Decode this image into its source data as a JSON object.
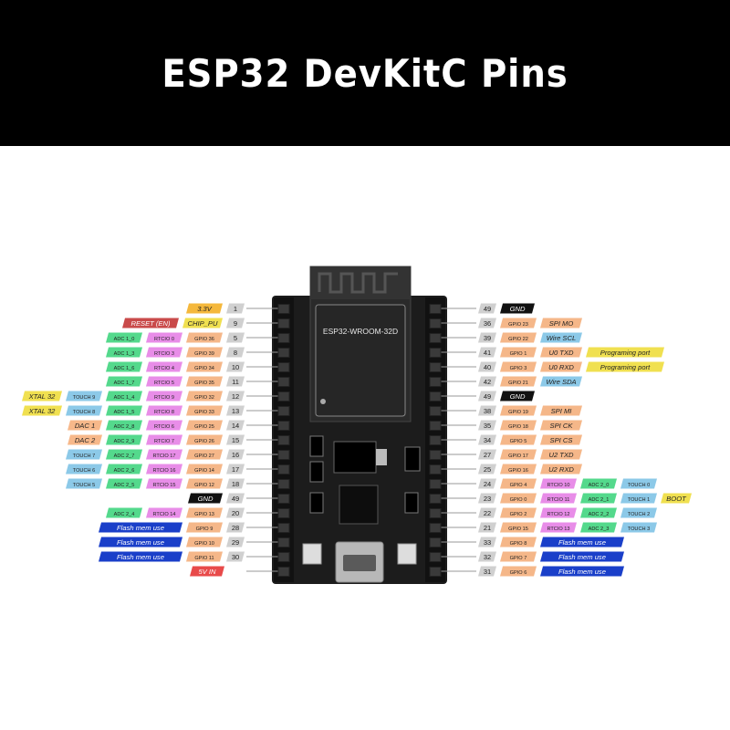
{
  "title": "ESP32 DevKitC Pins",
  "module_label": "ESP32-WROOM-32D",
  "colors": {
    "gpio": "#f5b789",
    "rtcio": "#e88de8",
    "adc": "#54d98c",
    "touch": "#8cc9e8",
    "dac": "#f7b88a",
    "power": "#e84a4a",
    "power3v3": "#f5b83c",
    "reset": "#c94a4a",
    "gnd": "#111111",
    "flash": "#1a3fc9",
    "spi": "#f5b789",
    "uart": "#f5b789",
    "wire": "#8cc9e8",
    "xtal": "#f0e050",
    "prog": "#f0e050",
    "boot": "#f0e050",
    "pinnum": "#d0d0d0",
    "board": "#1c1c1c"
  },
  "left_pins": [
    {
      "num": "1",
      "labels": [
        {
          "text": "3.3V",
          "kind": "power3v3"
        }
      ]
    },
    {
      "num": "9",
      "labels": [
        {
          "text": "CHIP_PU",
          "kind": "xtal"
        },
        {
          "text": "RESET (EN)",
          "kind": "reset"
        }
      ]
    },
    {
      "num": "5",
      "labels": [
        {
          "text": "GPIO 36",
          "kind": "gpio"
        },
        {
          "text": "RTCIO 0",
          "kind": "rtcio"
        },
        {
          "text": "ADC 1_0",
          "kind": "adc"
        }
      ]
    },
    {
      "num": "8",
      "labels": [
        {
          "text": "GPIO 39",
          "kind": "gpio"
        },
        {
          "text": "RTCIO 3",
          "kind": "rtcio"
        },
        {
          "text": "ADC 1_3",
          "kind": "adc"
        }
      ]
    },
    {
      "num": "10",
      "labels": [
        {
          "text": "GPIO 34",
          "kind": "gpio"
        },
        {
          "text": "RTCIO 4",
          "kind": "rtcio"
        },
        {
          "text": "ADC 1_6",
          "kind": "adc"
        }
      ]
    },
    {
      "num": "11",
      "labels": [
        {
          "text": "GPIO 35",
          "kind": "gpio"
        },
        {
          "text": "RTCIO 5",
          "kind": "rtcio"
        },
        {
          "text": "ADC 1_7",
          "kind": "adc"
        }
      ]
    },
    {
      "num": "12",
      "labels": [
        {
          "text": "GPIO 32",
          "kind": "gpio"
        },
        {
          "text": "RTCIO 9",
          "kind": "rtcio"
        },
        {
          "text": "ADC 1_4",
          "kind": "adc"
        },
        {
          "text": "TOUCH 9",
          "kind": "touch"
        },
        {
          "text": "XTAL 32",
          "kind": "xtal"
        }
      ]
    },
    {
      "num": "13",
      "labels": [
        {
          "text": "GPIO 33",
          "kind": "gpio"
        },
        {
          "text": "RTCIO 8",
          "kind": "rtcio"
        },
        {
          "text": "ADC 1_5",
          "kind": "adc"
        },
        {
          "text": "TOUCH 8",
          "kind": "touch"
        },
        {
          "text": "XTAL 32",
          "kind": "xtal"
        }
      ]
    },
    {
      "num": "14",
      "labels": [
        {
          "text": "GPIO 25",
          "kind": "gpio"
        },
        {
          "text": "RTCIO 6",
          "kind": "rtcio"
        },
        {
          "text": "ADC 2_8",
          "kind": "adc"
        },
        {
          "text": "DAC 1",
          "kind": "dac"
        }
      ]
    },
    {
      "num": "15",
      "labels": [
        {
          "text": "GPIO 26",
          "kind": "gpio"
        },
        {
          "text": "RTCIO 7",
          "kind": "rtcio"
        },
        {
          "text": "ADC 2_9",
          "kind": "adc"
        },
        {
          "text": "DAC 2",
          "kind": "dac"
        }
      ]
    },
    {
      "num": "16",
      "labels": [
        {
          "text": "GPIO 27",
          "kind": "gpio"
        },
        {
          "text": "RTCIO 17",
          "kind": "rtcio"
        },
        {
          "text": "ADC 2_7",
          "kind": "adc"
        },
        {
          "text": "TOUCH 7",
          "kind": "touch"
        }
      ]
    },
    {
      "num": "17",
      "labels": [
        {
          "text": "GPIO 14",
          "kind": "gpio"
        },
        {
          "text": "RTCIO 16",
          "kind": "rtcio"
        },
        {
          "text": "ADC 2_6",
          "kind": "adc"
        },
        {
          "text": "TOUCH 6",
          "kind": "touch"
        }
      ]
    },
    {
      "num": "18",
      "labels": [
        {
          "text": "GPIO 12",
          "kind": "gpio"
        },
        {
          "text": "RTCIO 15",
          "kind": "rtcio"
        },
        {
          "text": "ADC 2_5",
          "kind": "adc"
        },
        {
          "text": "TOUCH 5",
          "kind": "touch"
        }
      ]
    },
    {
      "num": "49",
      "labels": [
        {
          "text": "GND",
          "kind": "gnd"
        }
      ]
    },
    {
      "num": "20",
      "labels": [
        {
          "text": "GPIO 13",
          "kind": "gpio"
        },
        {
          "text": "RTCIO 14",
          "kind": "rtcio"
        },
        {
          "text": "ADC 2_4",
          "kind": "adc"
        }
      ]
    },
    {
      "num": "28",
      "labels": [
        {
          "text": "GPIO 9",
          "kind": "gpio"
        },
        {
          "text": "Flash mem use",
          "kind": "flash"
        }
      ]
    },
    {
      "num": "29",
      "labels": [
        {
          "text": "GPIO 10",
          "kind": "gpio"
        },
        {
          "text": "Flash mem use",
          "kind": "flash"
        }
      ]
    },
    {
      "num": "30",
      "labels": [
        {
          "text": "GPIO 11",
          "kind": "gpio"
        },
        {
          "text": "Flash mem use",
          "kind": "flash"
        }
      ]
    },
    {
      "num": "",
      "labels": [
        {
          "text": "5V IN",
          "kind": "power"
        }
      ]
    }
  ],
  "right_pins": [
    {
      "num": "49",
      "labels": [
        {
          "text": "GND",
          "kind": "gnd"
        }
      ]
    },
    {
      "num": "36",
      "labels": [
        {
          "text": "GPIO 23",
          "kind": "gpio"
        },
        {
          "text": "SPI MO",
          "kind": "spi"
        }
      ]
    },
    {
      "num": "39",
      "labels": [
        {
          "text": "GPIO 22",
          "kind": "gpio"
        },
        {
          "text": "Wire SCL",
          "kind": "wire"
        }
      ]
    },
    {
      "num": "41",
      "labels": [
        {
          "text": "GPIO 1",
          "kind": "gpio"
        },
        {
          "text": "U0 TXD",
          "kind": "uart"
        },
        {
          "text": "Programing port",
          "kind": "prog"
        }
      ]
    },
    {
      "num": "40",
      "labels": [
        {
          "text": "GPIO 3",
          "kind": "gpio"
        },
        {
          "text": "U0 RXD",
          "kind": "uart"
        },
        {
          "text": "Programing port",
          "kind": "prog"
        }
      ]
    },
    {
      "num": "42",
      "labels": [
        {
          "text": "GPIO 21",
          "kind": "gpio"
        },
        {
          "text": "Wire SDA",
          "kind": "wire"
        }
      ]
    },
    {
      "num": "49",
      "labels": [
        {
          "text": "GND",
          "kind": "gnd"
        }
      ]
    },
    {
      "num": "38",
      "labels": [
        {
          "text": "GPIO 19",
          "kind": "gpio"
        },
        {
          "text": "SPI MI",
          "kind": "spi"
        }
      ]
    },
    {
      "num": "35",
      "labels": [
        {
          "text": "GPIO 18",
          "kind": "gpio"
        },
        {
          "text": "SPI CK",
          "kind": "spi"
        }
      ]
    },
    {
      "num": "34",
      "labels": [
        {
          "text": "GPIO 5",
          "kind": "gpio"
        },
        {
          "text": "SPI CS",
          "kind": "spi"
        }
      ]
    },
    {
      "num": "27",
      "labels": [
        {
          "text": "GPIO 17",
          "kind": "gpio"
        },
        {
          "text": "U2 TXD",
          "kind": "uart"
        }
      ]
    },
    {
      "num": "25",
      "labels": [
        {
          "text": "GPIO 16",
          "kind": "gpio"
        },
        {
          "text": "U2 RXD",
          "kind": "uart"
        }
      ]
    },
    {
      "num": "24",
      "labels": [
        {
          "text": "GPIO 4",
          "kind": "gpio"
        },
        {
          "text": "RTCIO 10",
          "kind": "rtcio"
        },
        {
          "text": "ADC 2_0",
          "kind": "adc"
        },
        {
          "text": "TOUCH 0",
          "kind": "touch"
        }
      ]
    },
    {
      "num": "23",
      "labels": [
        {
          "text": "GPIO 0",
          "kind": "gpio"
        },
        {
          "text": "RTCIO 11",
          "kind": "rtcio"
        },
        {
          "text": "ADC 2_1",
          "kind": "adc"
        },
        {
          "text": "TOUCH 1",
          "kind": "touch"
        },
        {
          "text": "BOOT",
          "kind": "boot"
        }
      ]
    },
    {
      "num": "22",
      "labels": [
        {
          "text": "GPIO 2",
          "kind": "gpio"
        },
        {
          "text": "RTCIO 12",
          "kind": "rtcio"
        },
        {
          "text": "ADC 2_2",
          "kind": "adc"
        },
        {
          "text": "TOUCH 2",
          "kind": "touch"
        }
      ]
    },
    {
      "num": "21",
      "labels": [
        {
          "text": "GPIO 15",
          "kind": "gpio"
        },
        {
          "text": "RTCIO 13",
          "kind": "rtcio"
        },
        {
          "text": "ADC 2_3",
          "kind": "adc"
        },
        {
          "text": "TOUCH 3",
          "kind": "touch"
        }
      ]
    },
    {
      "num": "33",
      "labels": [
        {
          "text": "GPIO 8",
          "kind": "gpio"
        },
        {
          "text": "Flash mem use",
          "kind": "flash"
        }
      ]
    },
    {
      "num": "32",
      "labels": [
        {
          "text": "GPIO 7",
          "kind": "gpio"
        },
        {
          "text": "Flash mem use",
          "kind": "flash"
        }
      ]
    },
    {
      "num": "31",
      "labels": [
        {
          "text": "GPIO 6",
          "kind": "gpio"
        },
        {
          "text": "Flash mem use",
          "kind": "flash"
        }
      ]
    }
  ]
}
